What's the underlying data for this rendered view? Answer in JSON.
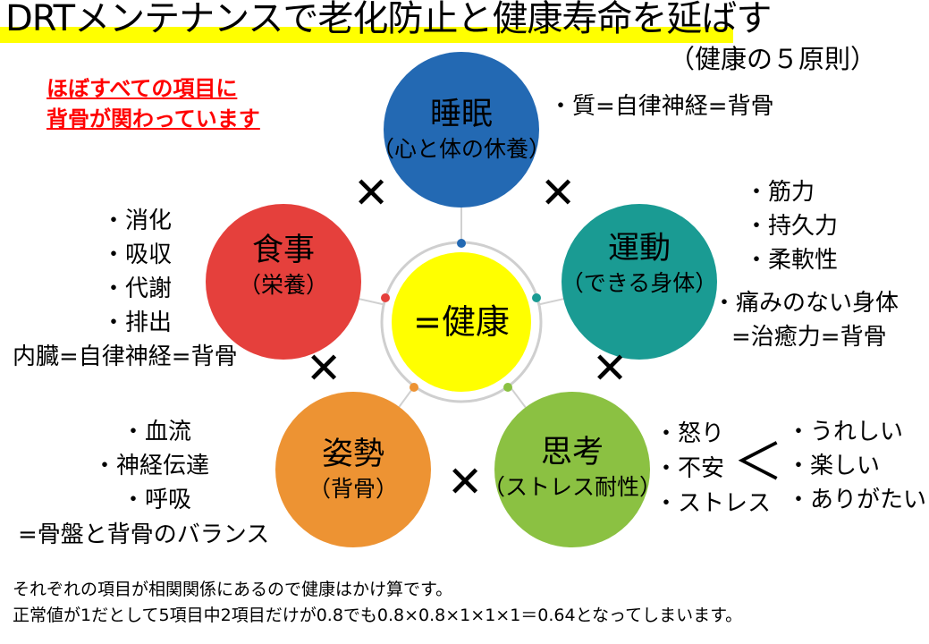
{
  "title": "DRTメンテナンスで老化防止と健康寿命を延ばす",
  "subtitle": "（健康の５原則）",
  "note_lines": [
    "ほぼすべての項目に",
    "背骨が関わっています"
  ],
  "colors": {
    "sleep": "#2369b3",
    "exercise": "#1a9b93",
    "thinking": "#8bc142",
    "posture": "#ed9333",
    "diet": "#e5403c",
    "center": "#ffff00",
    "highlight": "#ffff00",
    "note": "#ff0000"
  },
  "center": {
    "label": "=健康"
  },
  "nodes": {
    "sleep": {
      "title": "睡眠",
      "sub": "（心と体の休養）"
    },
    "exercise": {
      "title": "運動",
      "sub": "（できる身体）"
    },
    "thinking": {
      "title": "思考",
      "sub": "（ストレス耐性）"
    },
    "posture": {
      "title": "姿勢",
      "sub": "（背骨）"
    },
    "diet": {
      "title": "食事",
      "sub": "（栄養）"
    }
  },
  "details": {
    "sleep": [
      "・質=自律神経=背骨"
    ],
    "exercise": [
      "・筋力",
      "・持久力",
      "・柔軟性"
    ],
    "exercise_extra": [
      "・痛みのない身体",
      "=治癒力=背骨"
    ],
    "thinking_neg": [
      "・怒り",
      "・不安",
      "・ストレス"
    ],
    "thinking_pos": [
      "・うれしい",
      "・楽しい",
      "・ありがたい"
    ],
    "posture": [
      "・血流",
      "・神経伝達",
      "・呼吸"
    ],
    "posture_extra": "=骨盤と背骨のバランス",
    "diet": [
      "・消化",
      "・吸収",
      "・代謝",
      "・排出"
    ],
    "diet_extra": "内臓=自律神経=背骨"
  },
  "symbols": {
    "times": "✕",
    "less_than": "＜"
  },
  "footer": [
    "それぞれの項目が相関関係にあるので健康はかけ算です。",
    "正常値が1だとして5項目中2項目だけが0.8でも0.8×0.8×1×1×1＝0.64となってしまいます。"
  ]
}
